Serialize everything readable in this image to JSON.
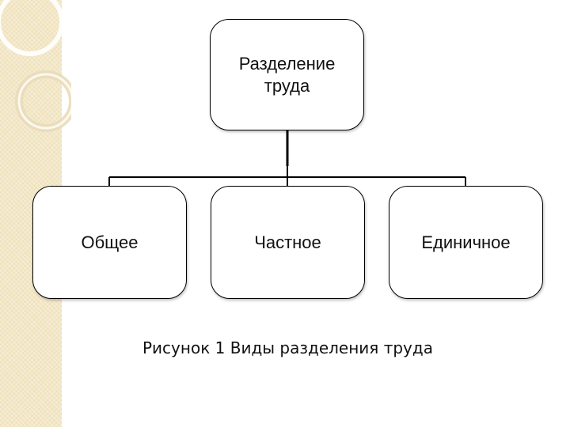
{
  "diagram": {
    "root": {
      "label": "Разделение труда"
    },
    "children": [
      {
        "label": "Общее"
      },
      {
        "label": "Частное"
      },
      {
        "label": "Единичное"
      }
    ],
    "caption": "Рисунок 1  Виды разделения труда"
  },
  "colors": {
    "side_strip": "#f3e7c6",
    "ring": "#ffffff",
    "box_border": "#000000",
    "box_fill": "#ffffff",
    "text": "#111111"
  }
}
